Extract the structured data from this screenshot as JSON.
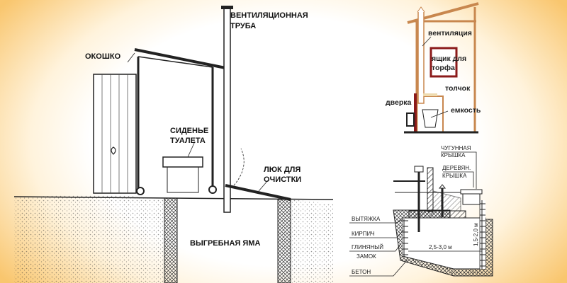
{
  "left_diagram": {
    "labels": {
      "window": "ОКОШКО",
      "vent_pipe_1": "ВЕНТИЛЯЦИОННАЯ",
      "vent_pipe_2": "ТРУБА",
      "seat_1": "СИДЕНЬЕ",
      "seat_2": "ТУАЛЕТА",
      "hatch_1": "ЛЮК ДЛЯ",
      "hatch_2": "ОЧИСТКИ",
      "pit": "ВЫГРЕБНАЯ ЯМА"
    }
  },
  "top_right_diagram": {
    "colors": {
      "frame": "#c8874e",
      "box": "#8b1a1a"
    },
    "labels": {
      "ventilation": "вентиляция",
      "peat_box_1": "ящик для",
      "peat_box_2": "торфа",
      "seat": "толчок",
      "door": "дверка",
      "container": "емкость"
    }
  },
  "bottom_right_diagram": {
    "labels": {
      "cast_iron_1": "ЧУГУННАЯ",
      "cast_iron_2": "КРЫШКА",
      "wooden_1": "ДЕРЕВЯН.",
      "wooden_2": "КРЫШКА",
      "exhaust": "ВЫТЯЖКА",
      "brick": "КИРПИЧ",
      "clay_1": "ГЛИНЯНЫЙ",
      "clay_2": "ЗАМОК",
      "concrete": "БЕТОН",
      "width": "2,5-3,0 м",
      "depth": "1,5-2,0 м"
    }
  }
}
